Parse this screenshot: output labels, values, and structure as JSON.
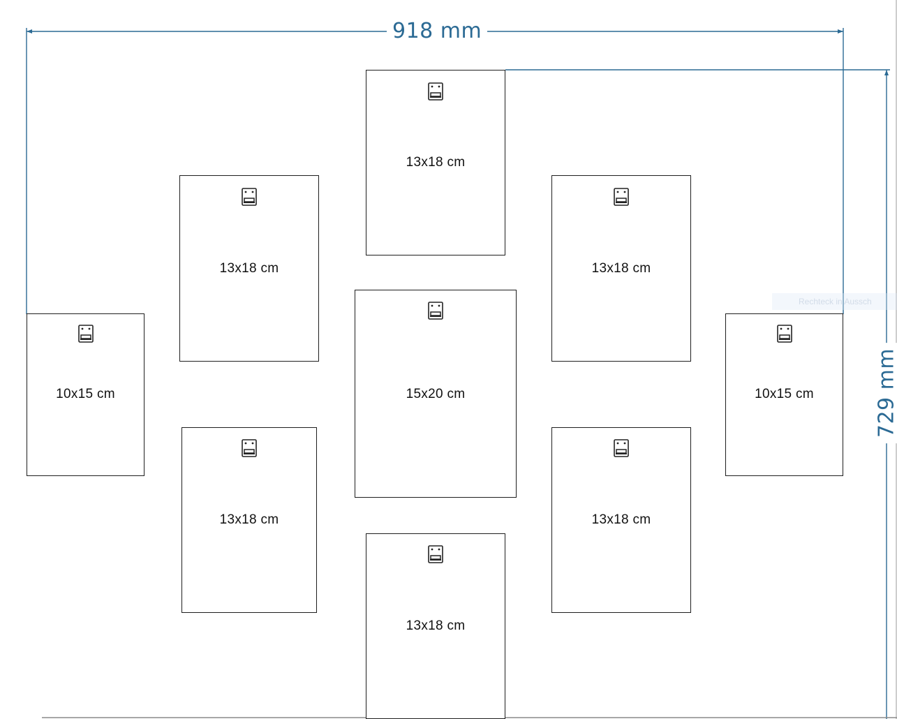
{
  "dimensions": {
    "width_label": "918 mm",
    "height_label": "729 mm",
    "line_color": "#2b6a94"
  },
  "tooltip_text": "Rechteck in Aussch",
  "frames": [
    {
      "id": "top-center",
      "label": "13x18 cm"
    },
    {
      "id": "upper-left",
      "label": "13x18 cm"
    },
    {
      "id": "upper-right",
      "label": "13x18 cm"
    },
    {
      "id": "far-left",
      "label": "10x15 cm"
    },
    {
      "id": "center",
      "label": "15x20 cm"
    },
    {
      "id": "far-right",
      "label": "10x15 cm"
    },
    {
      "id": "lower-left",
      "label": "13x18 cm"
    },
    {
      "id": "lower-right",
      "label": "13x18 cm"
    },
    {
      "id": "bottom-center",
      "label": "13x18 cm"
    }
  ]
}
